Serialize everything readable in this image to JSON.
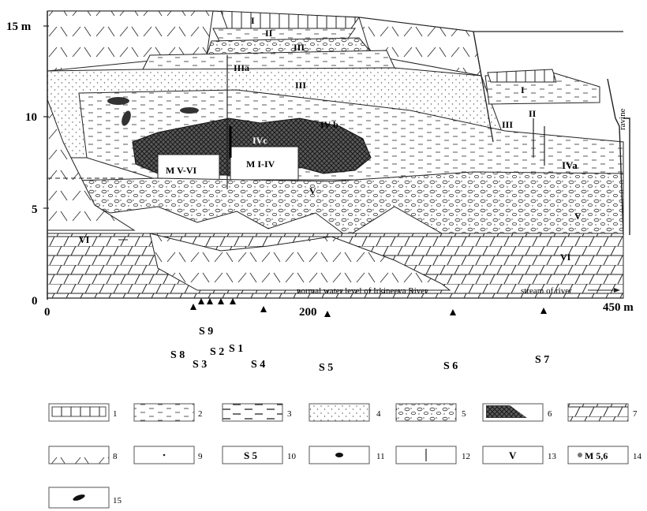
{
  "axis": {
    "y_ticks": [
      "15 m",
      "10",
      "5",
      "0"
    ],
    "x_ticks": [
      "0",
      "200",
      "450 m"
    ]
  },
  "layers": {
    "I_top": "I",
    "II_top": "II",
    "III_top": "III",
    "IIIa": "IIIa",
    "III_mid": "III",
    "IVb": "IV b",
    "IVc": "IVc",
    "M_V_VI": "M V-VI",
    "M_I_IV": "M I-IV",
    "V_mid": "V",
    "I_right": "I",
    "II_right": "II",
    "III_right": "III",
    "IVa": "IVa",
    "V_right": "V",
    "VI_left": "VI",
    "VI_right": "VI"
  },
  "annotations": {
    "ravine": "ravine",
    "water_level": "normal water level of Irkineeva River",
    "stream": "stream of river"
  },
  "sections": [
    "S 9",
    "S 8",
    "S 3",
    "S 2",
    "S 1",
    "S 4",
    "S 5",
    "S 6",
    "S 7"
  ],
  "legend": [
    {
      "num": "1",
      "symbol": ""
    },
    {
      "num": "2",
      "symbol": ""
    },
    {
      "num": "3",
      "symbol": ""
    },
    {
      "num": "4",
      "symbol": ""
    },
    {
      "num": "5",
      "symbol": ""
    },
    {
      "num": "6",
      "symbol": ""
    },
    {
      "num": "7",
      "symbol": ""
    },
    {
      "num": "8",
      "symbol": ""
    },
    {
      "num": "9",
      "symbol": ""
    },
    {
      "num": "10",
      "symbol": "S 5"
    },
    {
      "num": "11",
      "symbol": ""
    },
    {
      "num": "12",
      "symbol": ""
    },
    {
      "num": "13",
      "symbol": "V"
    },
    {
      "num": "14",
      "symbol": "M 5,6"
    },
    {
      "num": "15",
      "symbol": ""
    }
  ]
}
